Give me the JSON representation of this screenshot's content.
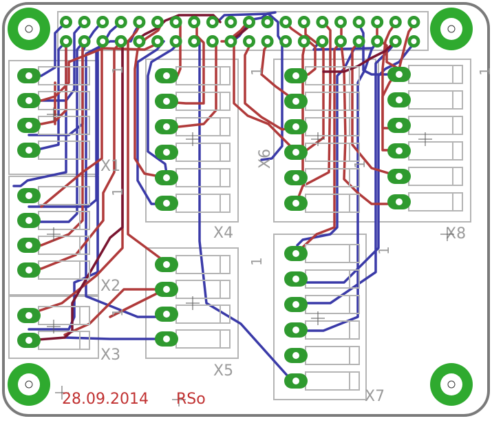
{
  "board": {
    "date_text": "28.09.2014",
    "author_text": "RSo"
  },
  "connectors": [
    {
      "id": "x1",
      "label": "X1"
    },
    {
      "id": "x2",
      "label": "X2"
    },
    {
      "id": "x3",
      "label": "X3"
    },
    {
      "id": "x4",
      "label": "X4"
    },
    {
      "id": "x5",
      "label": "X5"
    },
    {
      "id": "x6",
      "label": "X6"
    },
    {
      "id": "x7",
      "label": "X7"
    },
    {
      "id": "x8",
      "label": "X8"
    }
  ],
  "pin1_marker": "1",
  "colors": {
    "board_outline": "#7a7a7a",
    "silkscreen": "#b4b4b4",
    "pad_fill": "#2f9a2f",
    "pad_hole": "#ffffff",
    "trace_top": "#b03a3a",
    "trace_bottom": "#3a3aa8",
    "trace_dark": "#7a1530",
    "text_red": "#c03030"
  }
}
